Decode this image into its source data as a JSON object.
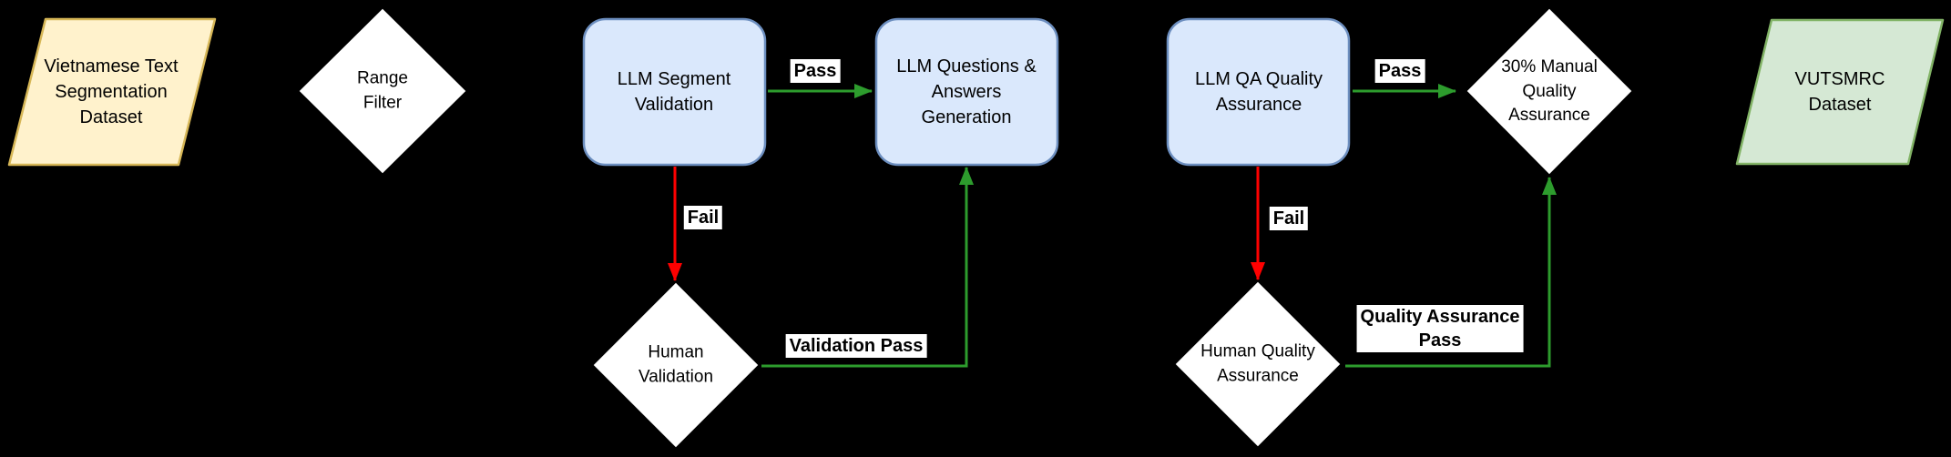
{
  "diagram": {
    "background": "#000000",
    "nodes": [
      {
        "id": "input-dataset",
        "shape": "parallelogram",
        "label": "Vietnamese Text\nSegmentation\nDataset",
        "fill": "#FFF2CC",
        "stroke": "#D6B656"
      },
      {
        "id": "range-filter",
        "shape": "diamond",
        "label": "Range\nFilter",
        "fill": "#FFFFFF",
        "stroke": "#000000"
      },
      {
        "id": "llm-segment-validation",
        "shape": "rounded-rect",
        "label": "LLM Segment\nValidation",
        "fill": "#DAE8FC",
        "stroke": "#6C8EBF"
      },
      {
        "id": "llm-questions-answers-generation",
        "shape": "rounded-rect",
        "label": "LLM Questions &\nAnswers\nGeneration",
        "fill": "#DAE8FC",
        "stroke": "#6C8EBF"
      },
      {
        "id": "llm-qa-quality-assurance",
        "shape": "rounded-rect",
        "label": "LLM QA Quality\nAssurance",
        "fill": "#DAE8FC",
        "stroke": "#6C8EBF"
      },
      {
        "id": "manual-quality-assurance",
        "shape": "diamond",
        "label": "30% Manual\nQuality\nAssurance",
        "fill": "#FFFFFF",
        "stroke": "#000000"
      },
      {
        "id": "vutsmrc-dataset",
        "shape": "parallelogram",
        "label": "VUTSMRC\nDataset",
        "fill": "#D5E8D4",
        "stroke": "#82B366"
      },
      {
        "id": "human-validation",
        "shape": "diamond",
        "label": "Human\nValidation",
        "fill": "#FFFFFF",
        "stroke": "#000000"
      },
      {
        "id": "human-quality-assurance",
        "shape": "diamond",
        "label": "Human Quality\nAssurance",
        "fill": "#FFFFFF",
        "stroke": "#000000"
      }
    ],
    "edges": [
      {
        "id": "segment-validation-pass",
        "label": "Pass",
        "color": "#2D9C2D"
      },
      {
        "id": "segment-validation-fail",
        "label": "Fail",
        "color": "#FF0000"
      },
      {
        "id": "human-validation-pass",
        "label": "Validation Pass",
        "color": "#2D9C2D"
      },
      {
        "id": "qa-pass",
        "label": "Pass",
        "color": "#2D9C2D"
      },
      {
        "id": "qa-fail",
        "label": "Fail",
        "color": "#FF0000"
      },
      {
        "id": "human-qa-pass",
        "label": "Quality Assurance\nPass",
        "color": "#2D9C2D"
      }
    ],
    "palette": {
      "background": "#000000",
      "pass_green": "#2D9C2D",
      "fail_red": "#FF0000",
      "connector_black": "#000000",
      "label_bg": "#FFFFFF",
      "label_text": "#000000"
    }
  }
}
